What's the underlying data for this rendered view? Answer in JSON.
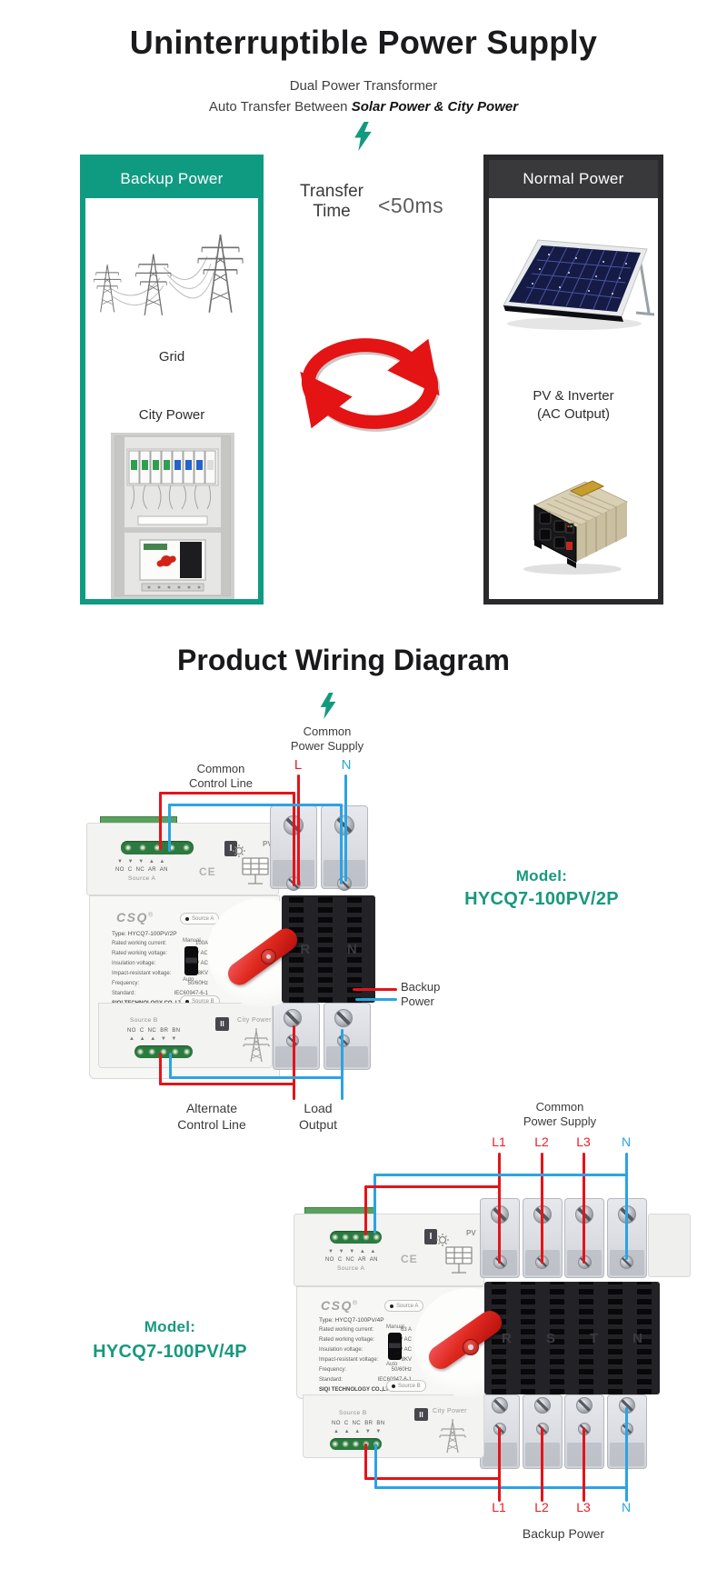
{
  "colors": {
    "teal": "#0f9b82",
    "dark": "#39393b",
    "red": "#e41419",
    "blue": "#2aa4e3",
    "model_teal": "#17997f"
  },
  "header": {
    "title": "Uninterruptible Power Supply",
    "sub1": "Dual Power Transformer",
    "sub2_prefix": "Auto Transfer Between",
    "sub2_emphasis": "Solar Power & City Power"
  },
  "panels": {
    "backup": {
      "title": "Backup Power",
      "grid_label": "Grid",
      "city_label": "City Power"
    },
    "normal": {
      "title": "Normal Power",
      "pv_label_1": "PV & Inverter",
      "pv_label_2": "(AC Output)"
    }
  },
  "transfer": {
    "l1": "Transfer",
    "l2": "Time",
    "value": "<50ms"
  },
  "wiring": {
    "title": "Product Wiring Diagram"
  },
  "d2p": {
    "common_power_l1": "Common",
    "common_power_l2": "Power Supply",
    "line_l": "L",
    "line_n": "N",
    "control_l1": "Common",
    "control_l2": "Control Line",
    "model_label": "Model:",
    "model_value": "HYCQ7-100PV/2P",
    "backup_l1": "Backup",
    "backup_l2": "Power",
    "alt_l1": "Alternate",
    "alt_l2": "Control Line",
    "load_l1": "Load",
    "load_l2": "Output"
  },
  "d4p": {
    "common_power_l1": "Common",
    "common_power_l2": "Power Supply",
    "lines_top": [
      "L1",
      "L2",
      "L3",
      "N"
    ],
    "model_label": "Model:",
    "model_value": "HYCQ7-100PV/4P",
    "lines_bottom": [
      "L1",
      "L2",
      "L3",
      "N"
    ],
    "backup_label": "Backup Power"
  },
  "device2p": {
    "brand": "CSQ",
    "reg": "®",
    "pole1": "I",
    "pole2": "II",
    "pv": "PV",
    "ce": "CE",
    "source_a": "Source A",
    "source_b": "Source B",
    "term_a": "NO C NC AR AN",
    "arrows_a": "▼ ▼ ▼ ▲ ▲",
    "term_b": "NO C NC BR BN",
    "arrows_b": "▲ ▲ ▲ ▼ ▼",
    "city": "City Power",
    "type": "Type: HYCQ7-100PV/2P",
    "specs": [
      [
        "Rated working current:",
        "100A"
      ],
      [
        "Rated working voltage:",
        "230V AC"
      ],
      [
        "Insulation voltage:",
        "690V AC"
      ],
      [
        "Impact-resistant voltage:",
        "8KV"
      ],
      [
        "Frequency:",
        "50/60Hz"
      ],
      [
        "Standard:",
        "IEC60947-6-1"
      ]
    ],
    "company": "SIQI TECHNOLOGY CO.,LTD",
    "manual": "Manual",
    "auto": "Auto",
    "letters": [
      "R",
      "N"
    ]
  },
  "device4p": {
    "brand": "CSQ",
    "reg": "®",
    "pole1": "I",
    "pole2": "II",
    "pv": "PV",
    "ce": "CE",
    "source_a": "Source A",
    "source_b": "Source B",
    "term_a": "NO C NC AR AN",
    "arrows_a": "▼ ▼ ▼ ▲ ▲",
    "term_b": "NO C NC BR BN",
    "arrows_b": "▲ ▲ ▲ ▼ ▼",
    "city": "City Power",
    "type": "Type: HYCQ7-100PV/4P",
    "specs": [
      [
        "Rated working current:",
        "63 A"
      ],
      [
        "Rated working voltage:",
        "230V AC"
      ],
      [
        "Insulation voltage:",
        "690V AC"
      ],
      [
        "Impact-resistant voltage:",
        "8KV"
      ],
      [
        "Frequency:",
        "50/60Hz"
      ],
      [
        "Standard:",
        "IEC60947-6-1"
      ]
    ],
    "company": "SIQI TECHNOLOGY CO.,LTD",
    "manual": "Manual",
    "auto": "Auto",
    "letters": [
      "R",
      "S",
      "T",
      "N"
    ]
  }
}
